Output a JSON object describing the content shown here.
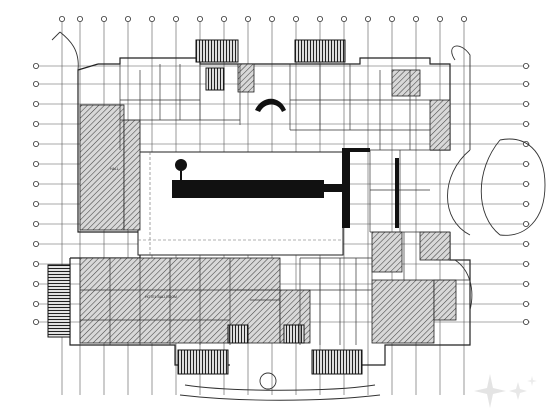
{
  "drawing": {
    "room_labels": [
      {
        "id": "hall-lower",
        "text": "HOTEL BALLROOM"
      },
      {
        "id": "wing-left",
        "text": "HALL"
      }
    ]
  },
  "watermark": {
    "icon": "sparkle-logo-icon"
  },
  "colors": {
    "line": "#222222",
    "hatch": "#333333",
    "fill_dark": "#111111",
    "background": "#ffffff"
  }
}
